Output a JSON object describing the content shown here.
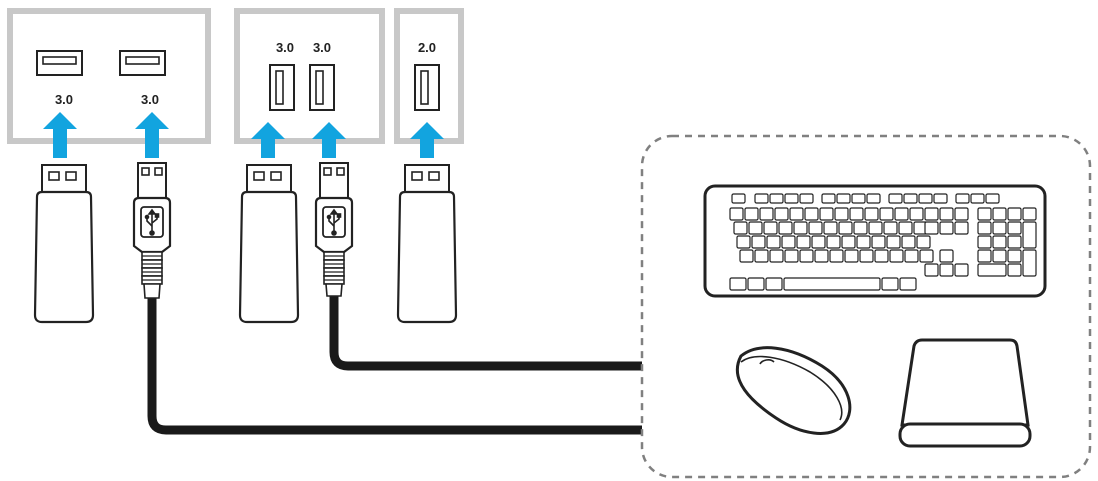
{
  "colors": {
    "panel_border": "#c8c8c8",
    "arrow": "#12a4df",
    "cable": "#1a1a1a",
    "outline": "#222222",
    "dashed_box": "#808080",
    "background": "#ffffff"
  },
  "panels": [
    {
      "orientation": "horizontal",
      "ports": [
        {
          "label": "3.0"
        },
        {
          "label": "3.0"
        }
      ]
    },
    {
      "orientation": "vertical",
      "ports": [
        {
          "label": "3.0"
        },
        {
          "label": "3.0"
        }
      ]
    },
    {
      "orientation": "vertical",
      "ports": [
        {
          "label": "2.0"
        }
      ]
    }
  ],
  "plugs": [
    {
      "type": "flash-drive"
    },
    {
      "type": "usb-cable"
    },
    {
      "type": "flash-drive"
    },
    {
      "type": "usb-cable"
    },
    {
      "type": "flash-drive"
    }
  ],
  "peripherals": {
    "group_style": "dashed-rounded-box",
    "devices": [
      "keyboard-icon",
      "mouse-icon",
      "external-hard-drive-icon"
    ]
  }
}
